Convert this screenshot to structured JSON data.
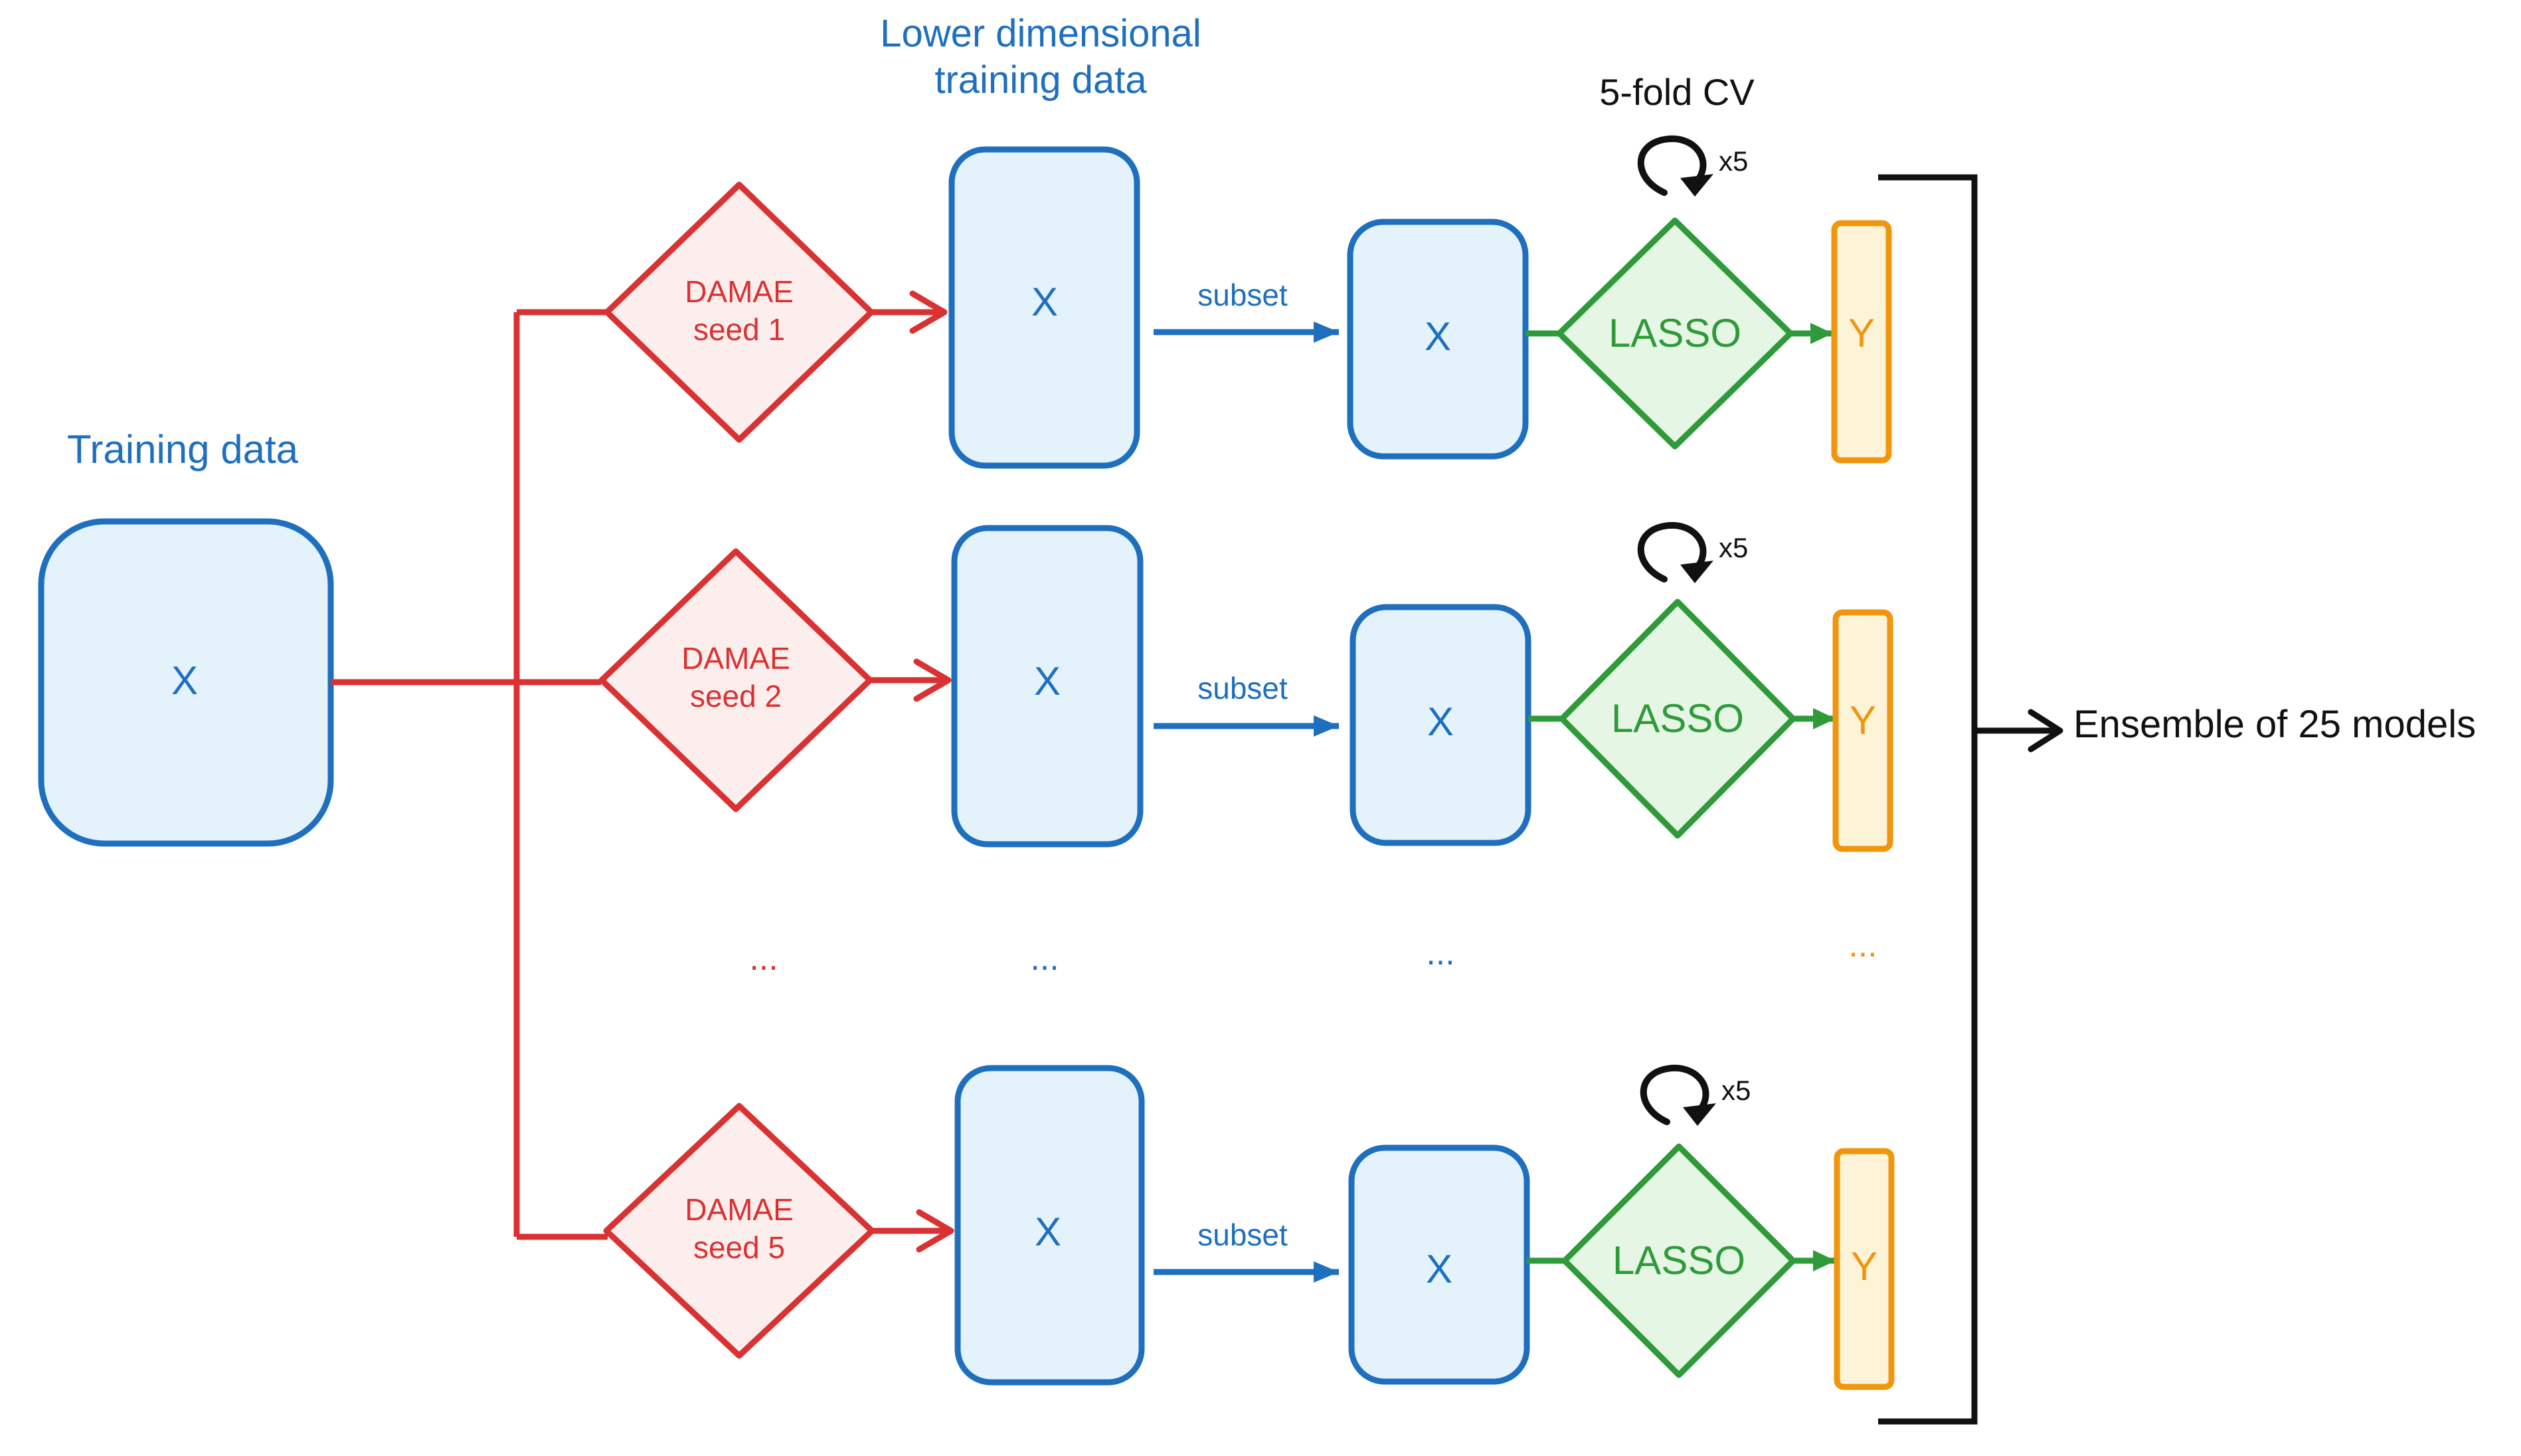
{
  "headers": {
    "training_data": "Training data",
    "lower_dim_line1": "Lower dimensional",
    "lower_dim_line2": "training data",
    "cv": "5-fold CV"
  },
  "input": {
    "label": "X"
  },
  "rows": [
    {
      "damae_line1": "DAMAE",
      "damae_line2": "seed 1",
      "latent_label": "X",
      "edge_label": "subset",
      "subset_label": "X",
      "lasso_label": "LASSO",
      "loop_label": "x5",
      "output_label": "Y"
    },
    {
      "damae_line1": "DAMAE",
      "damae_line2": "seed 2",
      "latent_label": "X",
      "edge_label": "subset",
      "subset_label": "X",
      "lasso_label": "LASSO",
      "loop_label": "x5",
      "output_label": "Y"
    },
    {
      "damae_line1": "DAMAE",
      "damae_line2": "seed 5",
      "latent_label": "X",
      "edge_label": "subset",
      "subset_label": "X",
      "lasso_label": "LASSO",
      "loop_label": "x5",
      "output_label": "Y"
    }
  ],
  "ellipsis": {
    "damae": "...",
    "latent": "...",
    "subset": "...",
    "output": "..."
  },
  "ensemble_label": "Ensemble of 25 models",
  "colors": {
    "blue": "#1f6fbf",
    "blue_fill": "#e4f2fc",
    "red": "#d93232",
    "red_fill": "#fdeeee",
    "green": "#2f9a3a",
    "green_fill": "#e6f6e4",
    "orange": "#f0960e",
    "orange_fill": "#fdf3d6",
    "black": "#111111"
  }
}
